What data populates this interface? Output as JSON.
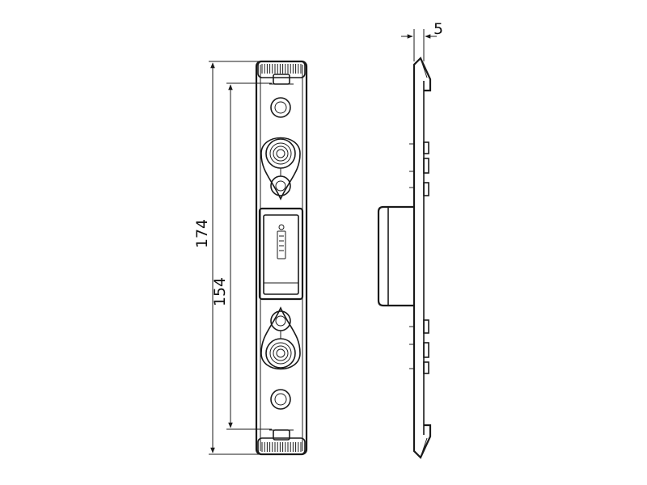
{
  "dimensions": {
    "overall_length": "174",
    "hole_spacing": "154",
    "thickness": "5"
  }
}
